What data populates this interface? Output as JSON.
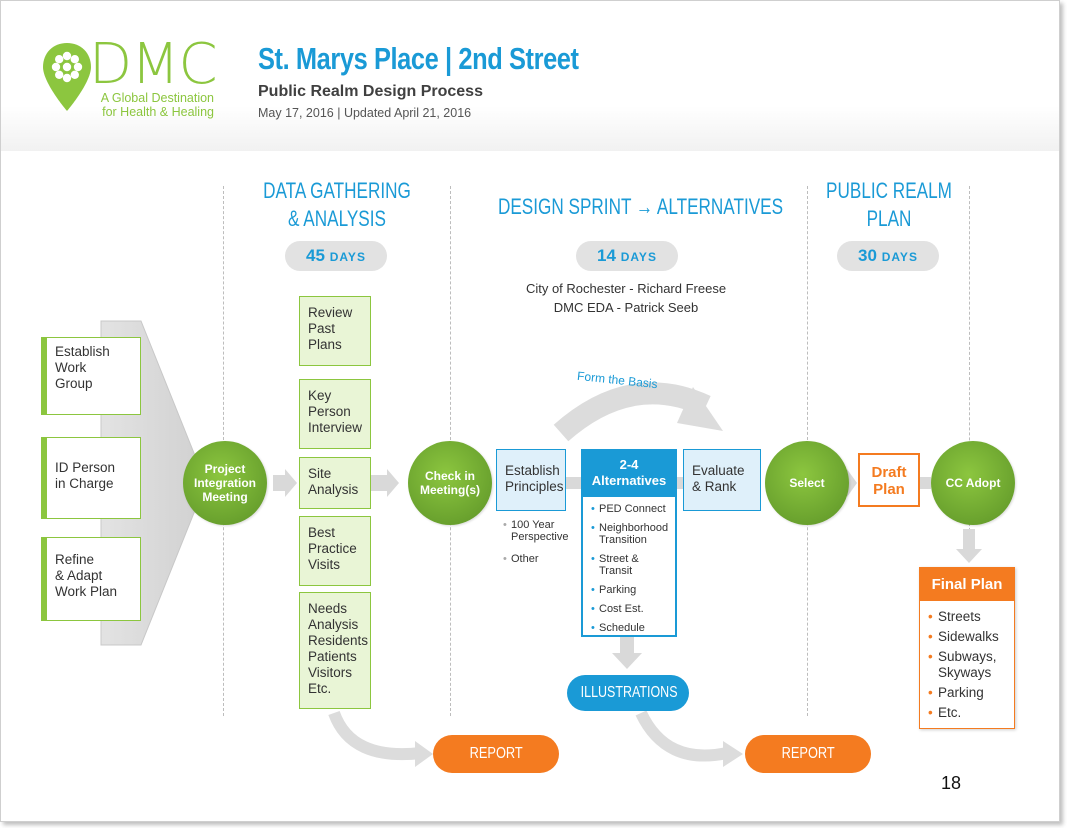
{
  "header": {
    "logo_text": "DMC",
    "logo_tagline_1": "A Global Destination",
    "logo_tagline_2": "for Health & Healing",
    "title": "St. Marys Place | 2nd Street",
    "subtitle": "Public Realm Design Process",
    "date": "May 17, 2016 | Updated April 21, 2016"
  },
  "phases": [
    {
      "title_1": "DATA GATHERING",
      "title_2": "& ANALYSIS",
      "days": "45",
      "days_unit": "DAYS"
    },
    {
      "title_1": "DESIGN SPRINT → ALTERNATIVES",
      "days": "14",
      "days_unit": "DAYS"
    },
    {
      "title_1": "PUBLIC REALM",
      "title_2": "PLAN",
      "days": "30",
      "days_unit": "DAYS"
    }
  ],
  "credits": [
    "City of Rochester - Richard Freese",
    "DMC EDA - Patrick Seeb"
  ],
  "left_boxes": [
    [
      "Establish",
      "Work",
      "Group"
    ],
    [
      "ID Person",
      "in Charge"
    ],
    [
      "Refine",
      "& Adapt",
      "Work Plan"
    ]
  ],
  "data_boxes": [
    [
      "Review",
      "Past",
      "Plans"
    ],
    [
      "Key",
      "Person",
      "Interview"
    ],
    [
      "Site",
      "Analysis"
    ],
    [
      "Best",
      "Practice",
      "Visits"
    ],
    [
      "Needs",
      "Analysis",
      "Residents",
      "Patients",
      "Visitors",
      "Etc."
    ]
  ],
  "circles": {
    "project": [
      "Project",
      "Integration",
      "Meeting"
    ],
    "checkin": [
      "Check in",
      "Meeting(s)"
    ],
    "select": [
      "Select"
    ],
    "adopt": [
      "CC Adopt"
    ]
  },
  "establish": {
    "label": [
      "Establish",
      "Principles"
    ],
    "bullets": [
      [
        "100 Year",
        "Perspective"
      ],
      [
        "Other"
      ]
    ]
  },
  "alternatives": {
    "head": [
      "2-4",
      "Alternatives"
    ],
    "bullets": [
      [
        "PED Connect"
      ],
      [
        "Neighborhood",
        "Transition"
      ],
      [
        "Street &",
        "Transit"
      ],
      [
        "Parking"
      ],
      [
        "Cost Est."
      ],
      [
        "Schedule"
      ]
    ]
  },
  "evaluate": [
    "Evaluate",
    "& Rank"
  ],
  "arc_label": "Form the Basis",
  "draft_plan": [
    "Draft",
    "Plan"
  ],
  "final_plan": {
    "title": "Final Plan",
    "items": [
      [
        "Streets"
      ],
      [
        "Sidewalks"
      ],
      [
        "Subways,",
        "Skyways"
      ],
      [
        "Parking"
      ],
      [
        "Etc."
      ]
    ]
  },
  "report_1": "REPORT",
  "report_2": "REPORT",
  "illustrations": "ILLUSTRATIONS",
  "page_number": "18",
  "colors": {
    "green": "#8cc63f",
    "green_dark": "#6aa22e",
    "blue": "#1a9ad6",
    "orange": "#f47b20",
    "gray_arrow": "#d9d9d9"
  }
}
